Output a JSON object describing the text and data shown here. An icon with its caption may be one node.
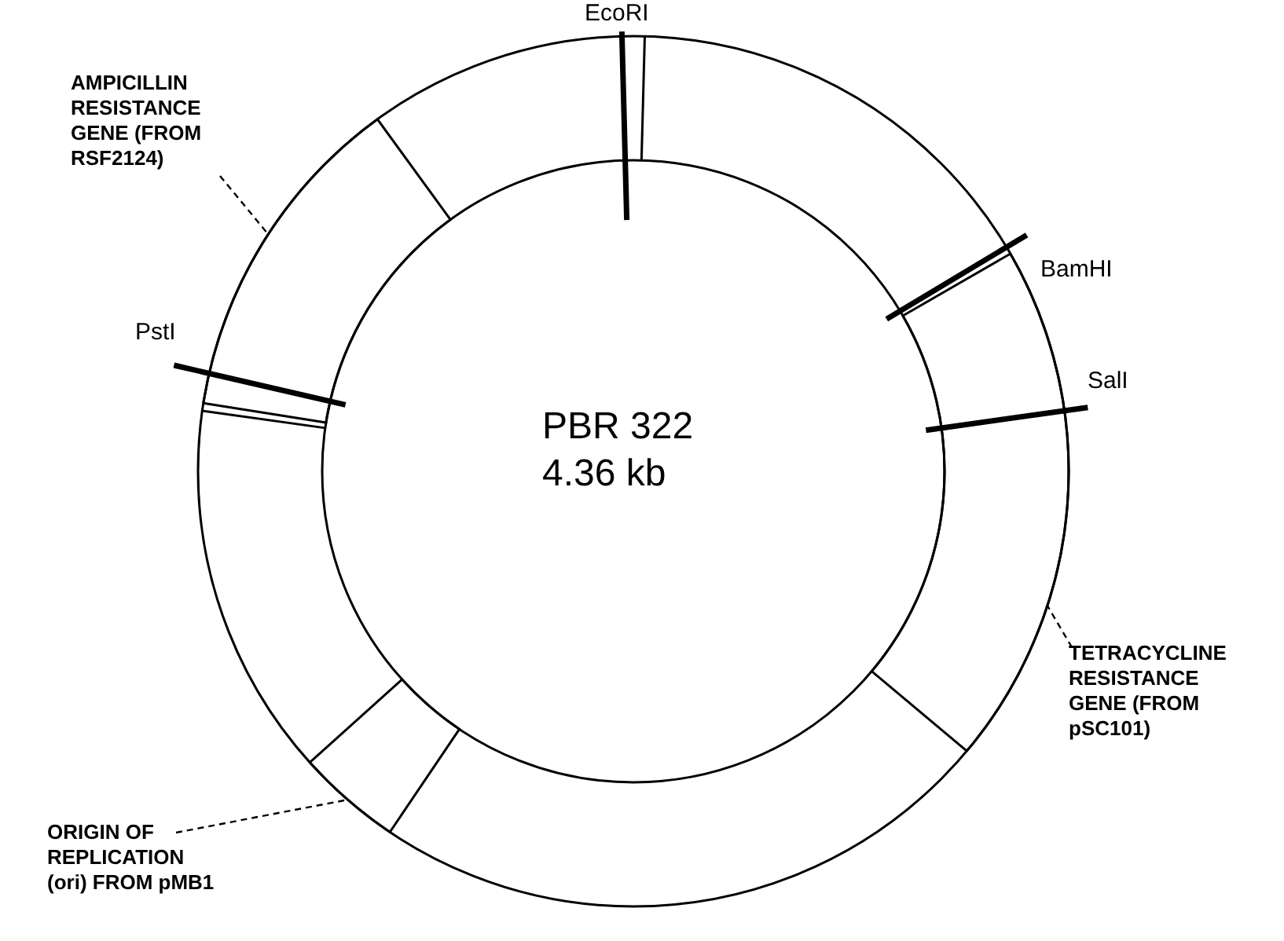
{
  "diagram": {
    "nodes": [
      {
        "text": [
          "AMPICILLIN RESISTANCE GENE (FROM RSF2124)"
        ]
      },
      {
        "text": [],
        "shape": "band"
      },
      {
        "text": [
          "TETRACYCLINE RESISTANCE GENE (FROM pSC101)"
        ]
      },
      {
        "text": [],
        "shape": "band"
      },
      {
        "text": [
          "ORIGIN OF REPLICATION (ori) FROM pMB1"
        ]
      },
      {
        "text": [],
        "shape": "band"
      }
    ],
    "edges": [
      {
        "from": 0,
        "to": 1,
        "arrow": "none",
        "style": "dashed"
      },
      {
        "from": 2,
        "to": 3,
        "arrow": "none",
        "style": "dashed"
      },
      {
        "from": 4,
        "to": 5,
        "arrow": "none",
        "style": "dashed"
      }
    ],
    "labels": [
      "EcoRI",
      "BamHI",
      "PstI",
      "SalI",
      "PBR 322",
      "4.36 kb"
    ]
  }
}
